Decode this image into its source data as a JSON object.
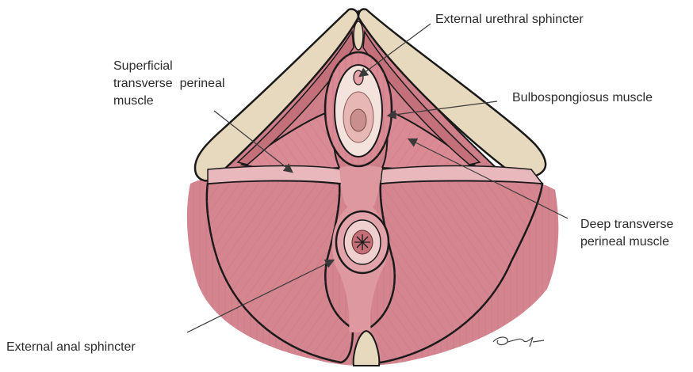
{
  "labels": {
    "external_urethral_sphincter": "External urethral sphincter",
    "superficial_transverse_perineal_muscle": [
      "Superficial",
      "transverse  perineal",
      "muscle"
    ],
    "bulbospongiosus_muscle": "Bulbospongiosus muscle",
    "deep_transverse_perineal_muscle": [
      "Deep transverse",
      "perineal muscle"
    ],
    "external_anal_sphincter": "External anal sphincter"
  },
  "colors": {
    "muscle": "#d4858f",
    "muscle_light": "#e9b8bd",
    "muscle_dark": "#b8606b",
    "bone": "#e7d9bd",
    "outline": "#1a1a1a",
    "leader": "#3a3a3a",
    "text": "#2b2b2b"
  }
}
